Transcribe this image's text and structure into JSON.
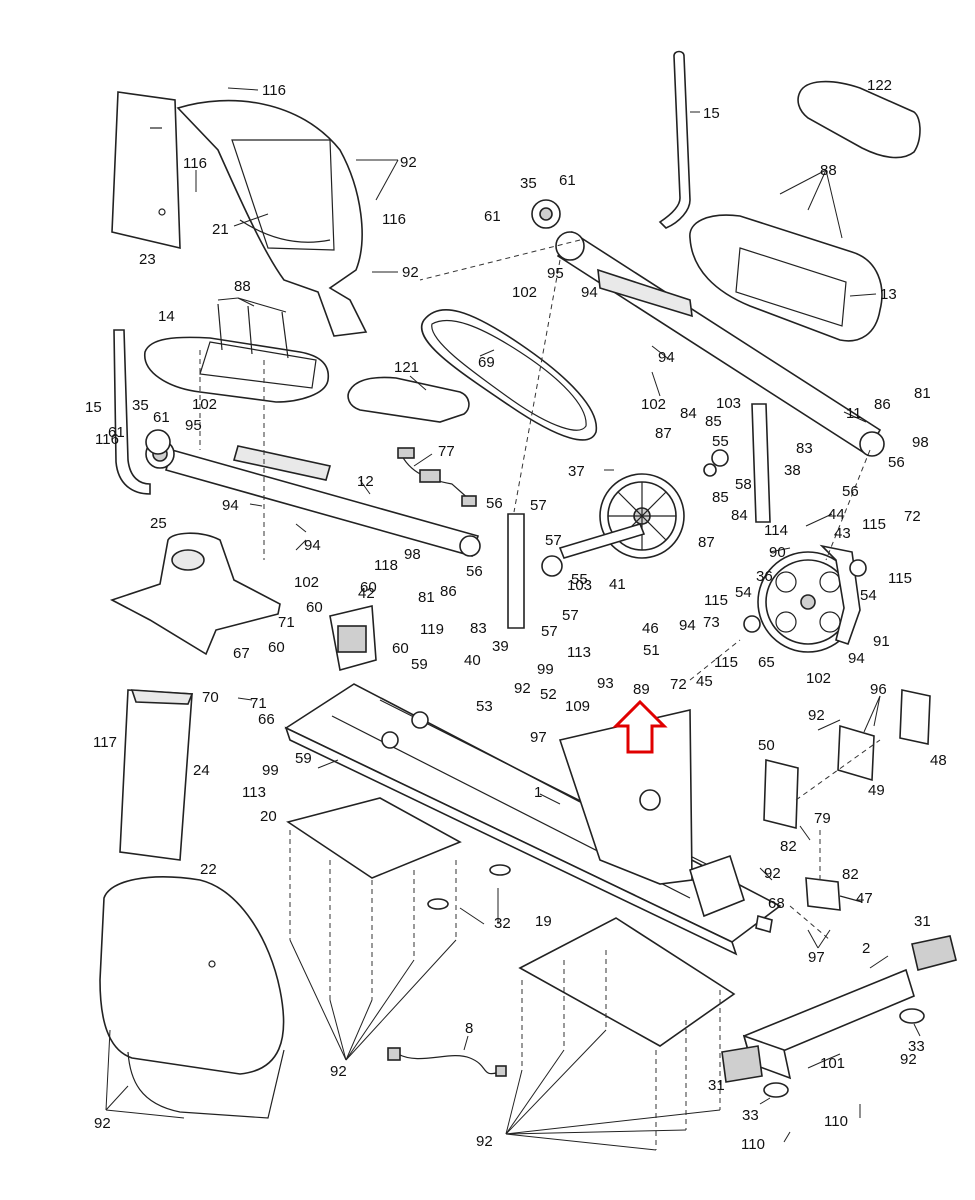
{
  "diagram": {
    "type": "exploded-parts-diagram",
    "accent_color": "#e00000"
  },
  "callouts": [
    {
      "key": "c116a",
      "text": "116"
    },
    {
      "key": "c116b",
      "text": "116"
    },
    {
      "key": "c116c",
      "text": "116"
    },
    {
      "key": "c116d",
      "text": "116"
    },
    {
      "key": "c92a",
      "text": "92"
    },
    {
      "key": "c92b",
      "text": "92"
    },
    {
      "key": "c92c",
      "text": "92"
    },
    {
      "key": "c92d",
      "text": "92"
    },
    {
      "key": "c92e",
      "text": "92"
    },
    {
      "key": "c92f",
      "text": "92"
    },
    {
      "key": "c92g",
      "text": "92"
    },
    {
      "key": "c92h",
      "text": "92"
    },
    {
      "key": "c92i",
      "text": "92"
    },
    {
      "key": "c21",
      "text": "21"
    },
    {
      "key": "c23",
      "text": "23"
    },
    {
      "key": "c15a",
      "text": "15"
    },
    {
      "key": "c15b",
      "text": "15"
    },
    {
      "key": "c122",
      "text": "122"
    },
    {
      "key": "c35a",
      "text": "35"
    },
    {
      "key": "c35b",
      "text": "35"
    },
    {
      "key": "c61a",
      "text": "61"
    },
    {
      "key": "c61b",
      "text": "61"
    },
    {
      "key": "c61c",
      "text": "61"
    },
    {
      "key": "c61d",
      "text": "61"
    },
    {
      "key": "c95a",
      "text": "95"
    },
    {
      "key": "c95b",
      "text": "95"
    },
    {
      "key": "c102a",
      "text": "102"
    },
    {
      "key": "c102b",
      "text": "102"
    },
    {
      "key": "c102c",
      "text": "102"
    },
    {
      "key": "c102d",
      "text": "102"
    },
    {
      "key": "c102e",
      "text": "102"
    },
    {
      "key": "c88a",
      "text": "88"
    },
    {
      "key": "c88b",
      "text": "88"
    },
    {
      "key": "c13",
      "text": "13"
    },
    {
      "key": "c14",
      "text": "14"
    },
    {
      "key": "c69",
      "text": "69"
    },
    {
      "key": "c94a",
      "text": "94"
    },
    {
      "key": "c94b",
      "text": "94"
    },
    {
      "key": "c94c",
      "text": "94"
    },
    {
      "key": "c94d",
      "text": "94"
    },
    {
      "key": "c94e",
      "text": "94"
    },
    {
      "key": "c94f",
      "text": "94"
    },
    {
      "key": "c121",
      "text": "121"
    },
    {
      "key": "c77",
      "text": "77"
    },
    {
      "key": "c12",
      "text": "12"
    },
    {
      "key": "c11",
      "text": "11"
    },
    {
      "key": "c103a",
      "text": "103"
    },
    {
      "key": "c103b",
      "text": "103"
    },
    {
      "key": "c84a",
      "text": "84"
    },
    {
      "key": "c84b",
      "text": "84"
    },
    {
      "key": "c85a",
      "text": "85"
    },
    {
      "key": "c85b",
      "text": "85"
    },
    {
      "key": "c87a",
      "text": "87"
    },
    {
      "key": "c87b",
      "text": "87"
    },
    {
      "key": "c55a",
      "text": "55"
    },
    {
      "key": "c55b",
      "text": "55"
    },
    {
      "key": "c83a",
      "text": "83"
    },
    {
      "key": "c83b",
      "text": "83"
    },
    {
      "key": "c86a",
      "text": "86"
    },
    {
      "key": "c86b",
      "text": "86"
    },
    {
      "key": "c81a",
      "text": "81"
    },
    {
      "key": "c81b",
      "text": "81"
    },
    {
      "key": "c98a",
      "text": "98"
    },
    {
      "key": "c98b",
      "text": "98"
    },
    {
      "key": "c56a",
      "text": "56"
    },
    {
      "key": "c56b",
      "text": "56"
    },
    {
      "key": "c56c",
      "text": "56"
    },
    {
      "key": "c56d",
      "text": "56"
    },
    {
      "key": "c37",
      "text": "37"
    },
    {
      "key": "c38",
      "text": "38"
    },
    {
      "key": "c58",
      "text": "58"
    },
    {
      "key": "c57a",
      "text": "57"
    },
    {
      "key": "c57b",
      "text": "57"
    },
    {
      "key": "c57c",
      "text": "57"
    },
    {
      "key": "c57d",
      "text": "57"
    },
    {
      "key": "c25",
      "text": "25"
    },
    {
      "key": "c44",
      "text": "44"
    },
    {
      "key": "c114",
      "text": "114"
    },
    {
      "key": "c90",
      "text": "90"
    },
    {
      "key": "c43",
      "text": "43"
    },
    {
      "key": "c115a",
      "text": "115"
    },
    {
      "key": "c115b",
      "text": "115"
    },
    {
      "key": "c115c",
      "text": "115"
    },
    {
      "key": "c115d",
      "text": "115"
    },
    {
      "key": "c72a",
      "text": "72"
    },
    {
      "key": "c72b",
      "text": "72"
    },
    {
      "key": "c118",
      "text": "118"
    },
    {
      "key": "c42",
      "text": "42"
    },
    {
      "key": "c60a",
      "text": "60"
    },
    {
      "key": "c60b",
      "text": "60"
    },
    {
      "key": "c60c",
      "text": "60"
    },
    {
      "key": "c60d",
      "text": "60"
    },
    {
      "key": "c39",
      "text": "39"
    },
    {
      "key": "c41",
      "text": "41"
    },
    {
      "key": "c36",
      "text": "36"
    },
    {
      "key": "c54a",
      "text": "54"
    },
    {
      "key": "c54b",
      "text": "54"
    },
    {
      "key": "c119",
      "text": "119"
    },
    {
      "key": "c71a",
      "text": "71"
    },
    {
      "key": "c71b",
      "text": "71"
    },
    {
      "key": "c46",
      "text": "46"
    },
    {
      "key": "c73",
      "text": "73"
    },
    {
      "key": "c91",
      "text": "91"
    },
    {
      "key": "c67",
      "text": "67"
    },
    {
      "key": "c40",
      "text": "40"
    },
    {
      "key": "c113a",
      "text": "113"
    },
    {
      "key": "c113b",
      "text": "113"
    },
    {
      "key": "c51",
      "text": "51"
    },
    {
      "key": "c65",
      "text": "65"
    },
    {
      "key": "c99a",
      "text": "99"
    },
    {
      "key": "c99b",
      "text": "99"
    },
    {
      "key": "c93",
      "text": "93"
    },
    {
      "key": "c45",
      "text": "45"
    },
    {
      "key": "c70",
      "text": "70"
    },
    {
      "key": "c66",
      "text": "66"
    },
    {
      "key": "c89",
      "text": "89"
    },
    {
      "key": "c96",
      "text": "96"
    },
    {
      "key": "c59a",
      "text": "59"
    },
    {
      "key": "c59b",
      "text": "59"
    },
    {
      "key": "c53",
      "text": "53"
    },
    {
      "key": "c52",
      "text": "52"
    },
    {
      "key": "c109",
      "text": "109"
    },
    {
      "key": "c117",
      "text": "117"
    },
    {
      "key": "c97a",
      "text": "97"
    },
    {
      "key": "c97b",
      "text": "97"
    },
    {
      "key": "c50",
      "text": "50"
    },
    {
      "key": "c48",
      "text": "48"
    },
    {
      "key": "c24",
      "text": "24"
    },
    {
      "key": "c49",
      "text": "49"
    },
    {
      "key": "c1",
      "text": "1"
    },
    {
      "key": "c20",
      "text": "20"
    },
    {
      "key": "c79",
      "text": "79"
    },
    {
      "key": "c82a",
      "text": "82"
    },
    {
      "key": "c82b",
      "text": "82"
    },
    {
      "key": "c22",
      "text": "22"
    },
    {
      "key": "c47",
      "text": "47"
    },
    {
      "key": "c68",
      "text": "68"
    },
    {
      "key": "c32",
      "text": "32"
    },
    {
      "key": "c19",
      "text": "19"
    },
    {
      "key": "c31a",
      "text": "31"
    },
    {
      "key": "c31b",
      "text": "31"
    },
    {
      "key": "c2",
      "text": "2"
    },
    {
      "key": "c8",
      "text": "8"
    },
    {
      "key": "c33a",
      "text": "33"
    },
    {
      "key": "c33b",
      "text": "33"
    },
    {
      "key": "c101",
      "text": "101"
    },
    {
      "key": "c110a",
      "text": "110"
    },
    {
      "key": "c110b",
      "text": "110"
    }
  ]
}
